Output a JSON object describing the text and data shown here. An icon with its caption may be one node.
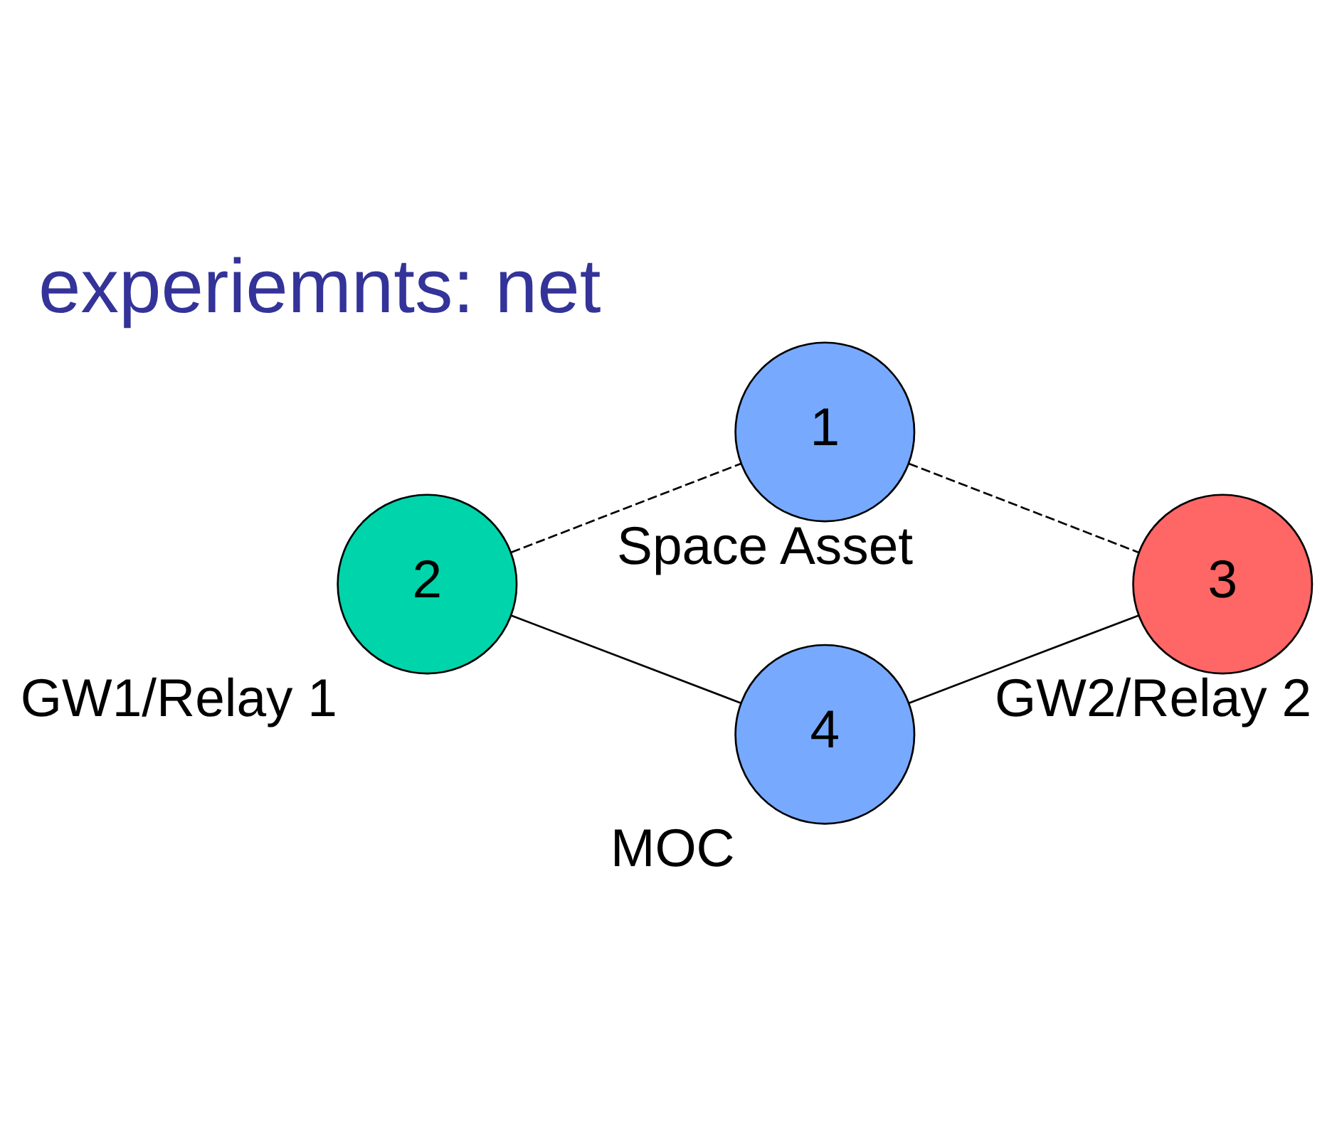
{
  "diagram": {
    "title": "experiemnts: net",
    "nodes": [
      {
        "text": [
          "1"
        ],
        "beside": [
          "Space Asset"
        ]
      },
      {
        "text": [
          "2"
        ],
        "beside": [
          "GW1/Relay 1"
        ]
      },
      {
        "text": [
          "3"
        ],
        "beside": [
          "GW2/Relay 2"
        ]
      },
      {
        "text": [
          "4"
        ],
        "beside": [
          "MOC"
        ]
      }
    ],
    "edges": [
      {
        "from": 1,
        "to": 0,
        "arrow": "none",
        "style": "dashed"
      },
      {
        "from": 0,
        "to": 2,
        "arrow": "none",
        "style": "dashed"
      },
      {
        "from": 1,
        "to": 3,
        "arrow": "none"
      },
      {
        "from": 3,
        "to": 2,
        "arrow": "none"
      }
    ]
  }
}
